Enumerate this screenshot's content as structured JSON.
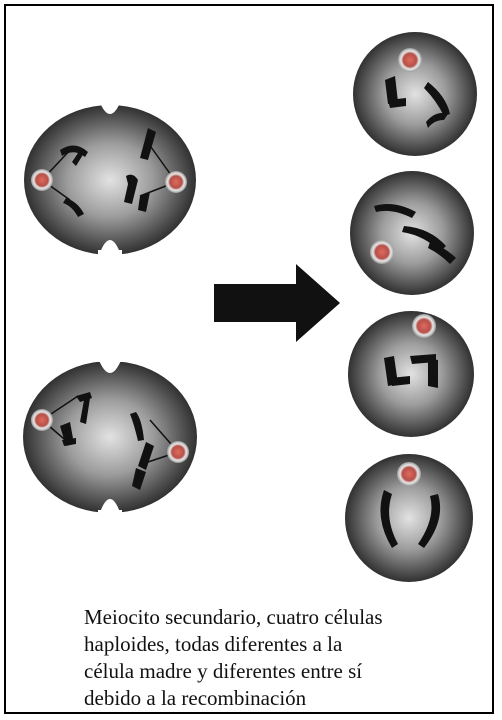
{
  "figure": {
    "caption_lines": [
      "Meiocito secundario, cuatro células",
      "haploides, todas diferentes a la",
      "célula madre y diferentes entre sí",
      "debido a la recombinación"
    ],
    "colors": {
      "cell_edge": "#1a1a1a",
      "cell_center": "#d9d9d9",
      "chromosome": "#111111",
      "centrosome": "#c0504d",
      "arrow": "#111111"
    },
    "elements": {
      "dividing_cells": [
        "dividing-cell-top",
        "dividing-cell-bottom"
      ],
      "daughter_cells": 4,
      "arrow": "right-arrow"
    }
  }
}
